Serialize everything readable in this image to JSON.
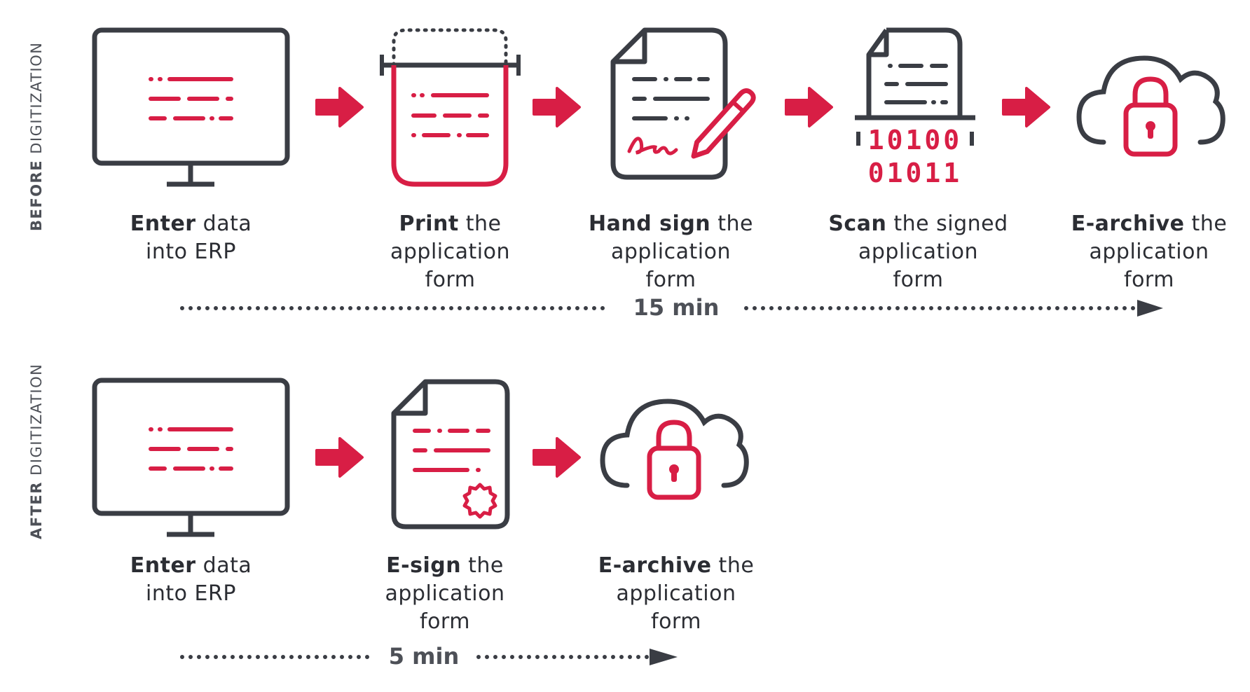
{
  "colors": {
    "accent": "#d81e45",
    "ink": "#3a3d44",
    "muted": "#4d5057"
  },
  "before": {
    "label_bold": "BEFORE",
    "label_rest": " DIGITIZATION",
    "duration": "15 min",
    "steps": [
      {
        "icon": "monitor-icon",
        "bold": "Enter",
        "rest": " data",
        "line2": "into ERP",
        "line3": ""
      },
      {
        "icon": "printer-icon",
        "bold": "Print",
        "rest": " the",
        "line2": "application",
        "line3": "form"
      },
      {
        "icon": "signed-document-icon",
        "bold": "Hand sign",
        "rest": " the",
        "line2": "application",
        "line3": "form"
      },
      {
        "icon": "scanner-icon",
        "bold": "Scan",
        "rest": " the signed",
        "line2": "application",
        "line3": "form"
      },
      {
        "icon": "cloud-lock-icon",
        "bold": "E-archive",
        "rest": " the",
        "line2": "application",
        "line3": "form"
      }
    ],
    "binary": [
      "10100",
      "01011"
    ]
  },
  "after": {
    "label_bold": "AFTER",
    "label_rest": " DIGITIZATION",
    "duration": "5 min",
    "steps": [
      {
        "icon": "monitor-icon",
        "bold": "Enter",
        "rest": " data",
        "line2": "into ERP",
        "line3": ""
      },
      {
        "icon": "e-signed-document-icon",
        "bold": "E-sign",
        "rest": " the",
        "line2": "application",
        "line3": "form"
      },
      {
        "icon": "cloud-lock-icon",
        "bold": "E-archive",
        "rest": " the",
        "line2": "application",
        "line3": "form"
      }
    ]
  }
}
